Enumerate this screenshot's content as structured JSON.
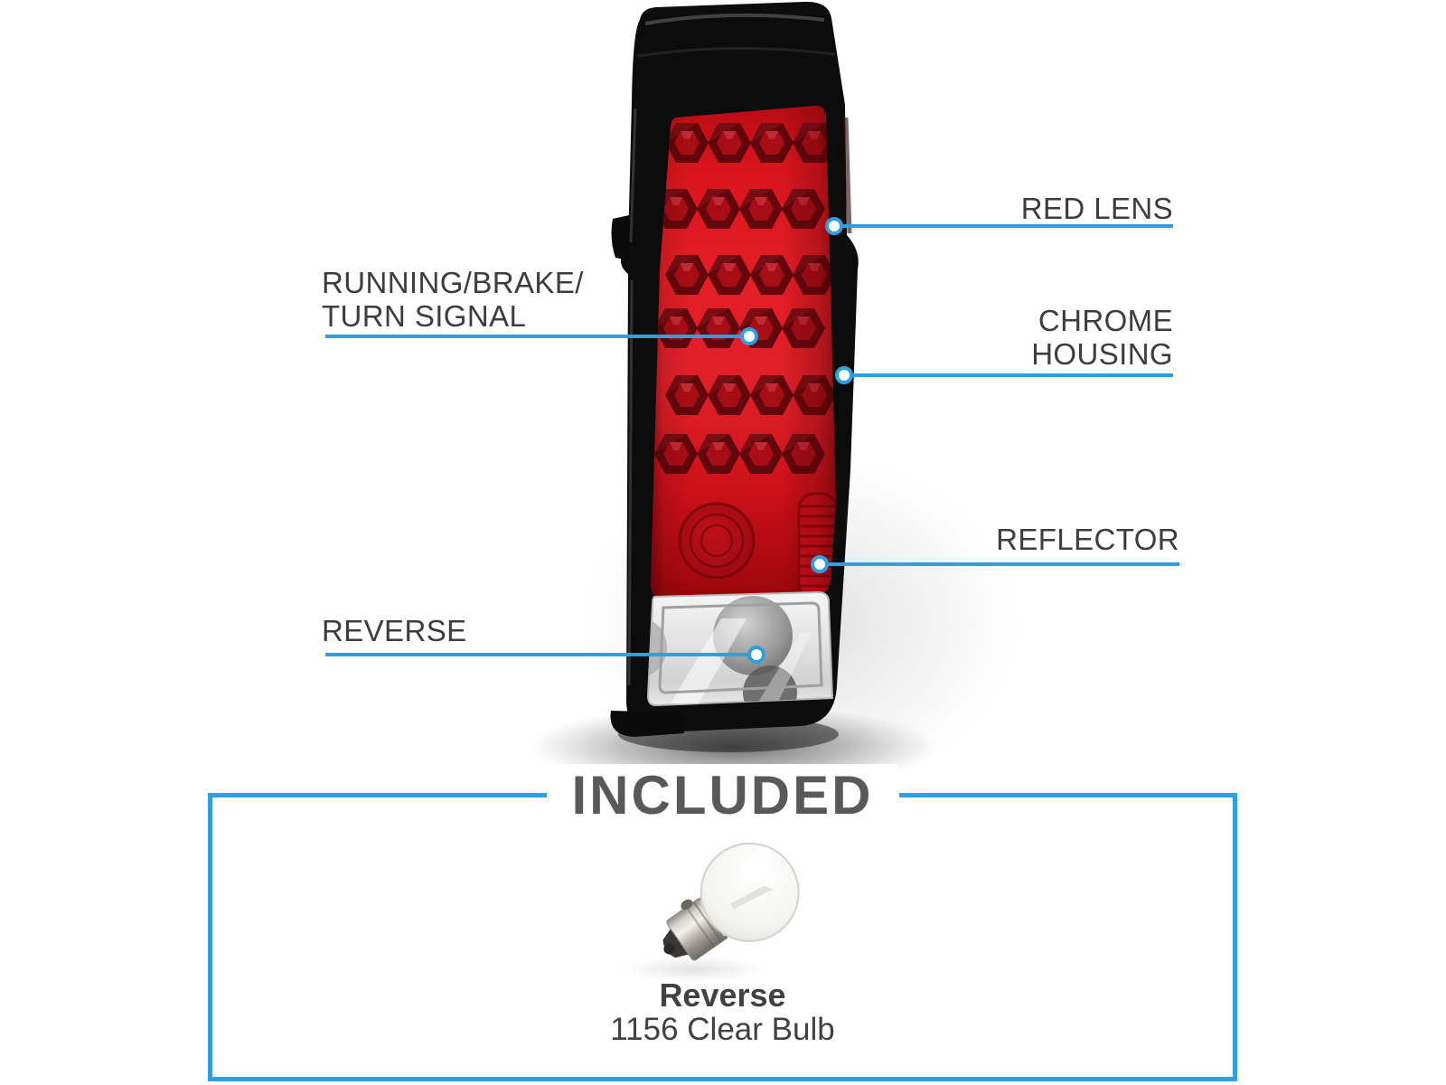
{
  "image_type": "annotated tail light product diagram",
  "colors": {
    "accent_blue": "#2f9fe0",
    "label_text": "#3d3d3f",
    "included_title_gray": "#58595b",
    "caption_text": "#414043",
    "lens_red": "#e01d26",
    "housing_black": "#0c0c0c"
  },
  "callouts": [
    {
      "id": "red-lens",
      "side": "right",
      "lines": [
        "RED LENS"
      ]
    },
    {
      "id": "running-brake-turn-signal",
      "side": "left",
      "lines": [
        "RUNNING/BRAKE/",
        "TURN SIGNAL"
      ]
    },
    {
      "id": "chrome-housing",
      "side": "right",
      "lines": [
        "CHROME",
        "HOUSING"
      ]
    },
    {
      "id": "reflector",
      "side": "right",
      "lines": [
        "REFLECTOR"
      ]
    },
    {
      "id": "reverse",
      "side": "left",
      "lines": [
        "REVERSE"
      ]
    }
  ],
  "included": {
    "title": "INCLUDED",
    "item_name": "Reverse",
    "item_description": "1156 Clear Bulb"
  }
}
